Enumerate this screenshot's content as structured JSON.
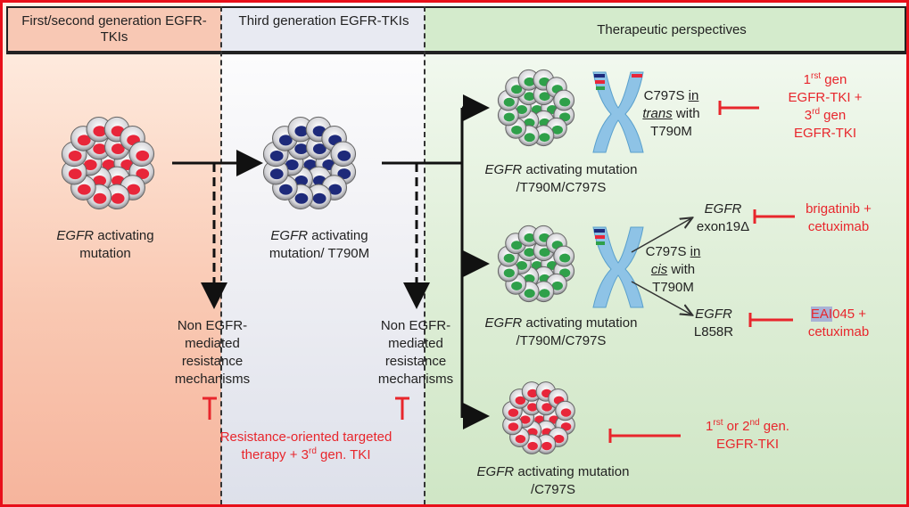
{
  "headers": {
    "col1": "First/second generation EGFR-TKIs",
    "col2": "Third generation EGFR-TKIs",
    "col3": "Therapeutic perspectives"
  },
  "stage1": {
    "gene": "EGFR",
    "label": "activating mutation"
  },
  "stage2": {
    "gene": "EGFR",
    "label": "activating mutation/ T790M"
  },
  "resistance": {
    "text1": "Non EGFR-mediated resistance mechanisms",
    "text2": "Non EGFR-mediated resistance mechanisms",
    "therapy_line1": "Resistance-oriented targeted",
    "therapy_line2_pre": "therapy + 3",
    "therapy_sup": "rd",
    "therapy_line2_post": " gen. TKI"
  },
  "branch1": {
    "cell_gene": "EGFR",
    "cell_label": "activating mutation /T790M/C797S",
    "mut_line1_pre": "C797S ",
    "mut_line1_u": "in",
    "mut_line2_u": "trans",
    "mut_line2_post": " with",
    "mut_line3": "T790M",
    "tx_line1_pre": "1",
    "tx_sup1": "rst",
    "tx_line1_post": " gen",
    "tx_line2": "EGFR-TKI +",
    "tx_line3_pre": "3",
    "tx_sup3": "rd",
    "tx_line3_post": " gen",
    "tx_line4": "EGFR-TKI"
  },
  "branch2": {
    "cell_gene": "EGFR",
    "cell_label": "activating mutation /T790M/C797S",
    "mut_line1_pre": "C797S ",
    "mut_line1_u": "in",
    "mut_line2_u": "cis",
    "mut_line2_post": " with",
    "mut_line3": "T790M",
    "sub1_gene": "EGFR",
    "sub1_label": "exon19Δ",
    "sub1_tx_line1": "brigatinib +",
    "sub1_tx_line2": "cetuximab",
    "sub2_gene": "EGFR",
    "sub2_label": "L858R",
    "sub2_tx_hl": "EAI",
    "sub2_tx_line1_post": "045 +",
    "sub2_tx_line2": "cetuximab"
  },
  "branch3": {
    "cell_gene": "EGFR",
    "cell_label": "activating mutation /C797S",
    "tx_line1_pre": "1",
    "tx_sup1": "rst",
    "tx_line1_mid": " or 2",
    "tx_sup2": "nd",
    "tx_line1_post": " gen.",
    "tx_line2": "EGFR-TKI"
  },
  "colors": {
    "border": "#e8101a",
    "inhibit": "#e8262c",
    "cancer_red": "#e8263a",
    "t790m_blue": "#1e2a7a",
    "c797s_green": "#2fa04a",
    "chromosome": "#8ec3e6"
  }
}
